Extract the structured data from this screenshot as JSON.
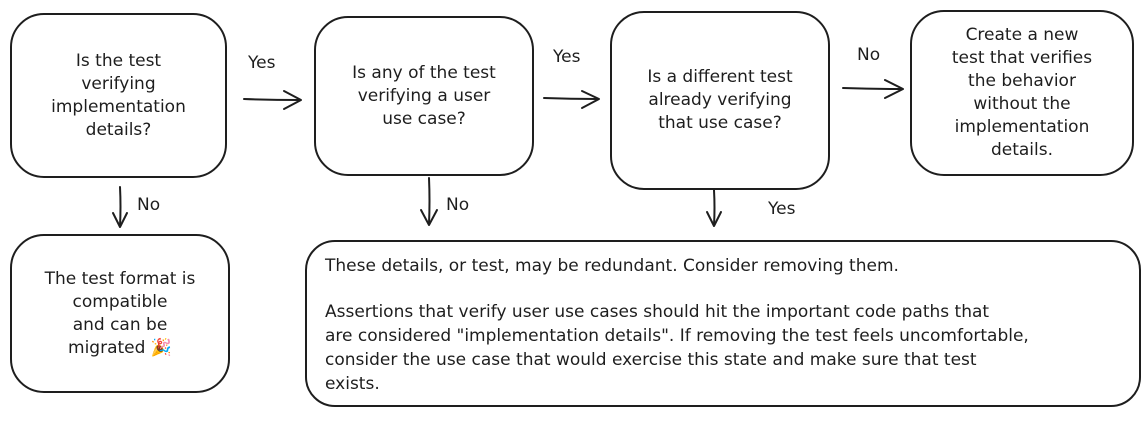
{
  "nodes": {
    "q1": "Is the test\nverifying\nimplementation\ndetails?",
    "q2": "Is any of the test\nverifying a user\nuse case?",
    "q3": "Is a different test\nalready verifying\nthat use case?",
    "create": "Create a new\ntest that verifies\nthe behavior\nwithout the\nimplementation\ndetails.",
    "compatible": "The test format is\ncompatible\nand can be\nmigrated 🎉",
    "redundant_line1": "These details, or test, may be redundant. Consider removing them.",
    "redundant_para": "Assertions that verify user use cases should hit the important code paths that\nare considered \"implementation details\". If removing the test feels uncomfortable,\nconsider the use case that would exercise this state and make sure that test\nexists."
  },
  "edges": {
    "q1_yes": "Yes",
    "q2_yes": "Yes",
    "q3_no": "No",
    "q1_no": "No",
    "q2_no": "No",
    "q3_yes": "Yes"
  },
  "colors": {
    "stroke": "#1e1e1e",
    "background": "#ffffff"
  }
}
